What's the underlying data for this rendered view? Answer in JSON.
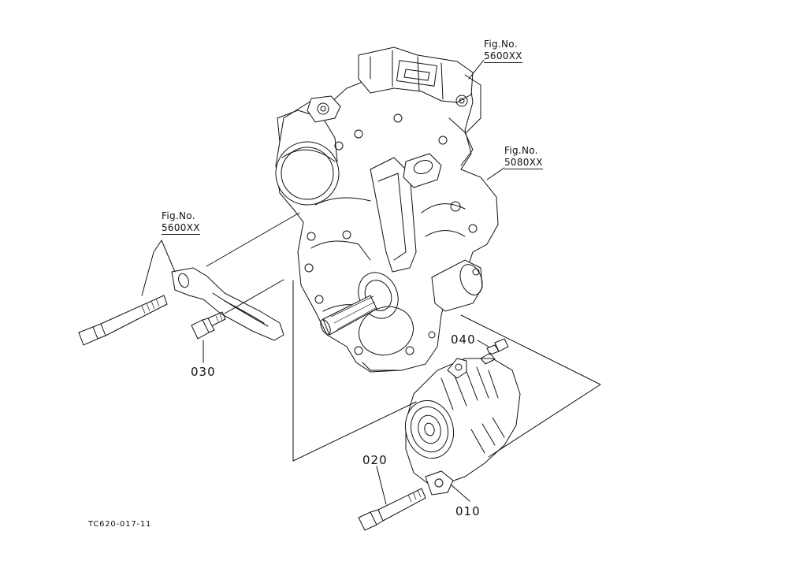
{
  "figure_refs": [
    {
      "label": "Fig.No.",
      "number": "5600XX"
    },
    {
      "label": "Fig.No.",
      "number": "5080XX"
    },
    {
      "label": "Fig.No.",
      "number": "5600XX"
    }
  ],
  "callouts": {
    "p010": "010",
    "p020": "020",
    "p030": "030",
    "p040": "040"
  },
  "drawing_code": "TC620-017-11"
}
